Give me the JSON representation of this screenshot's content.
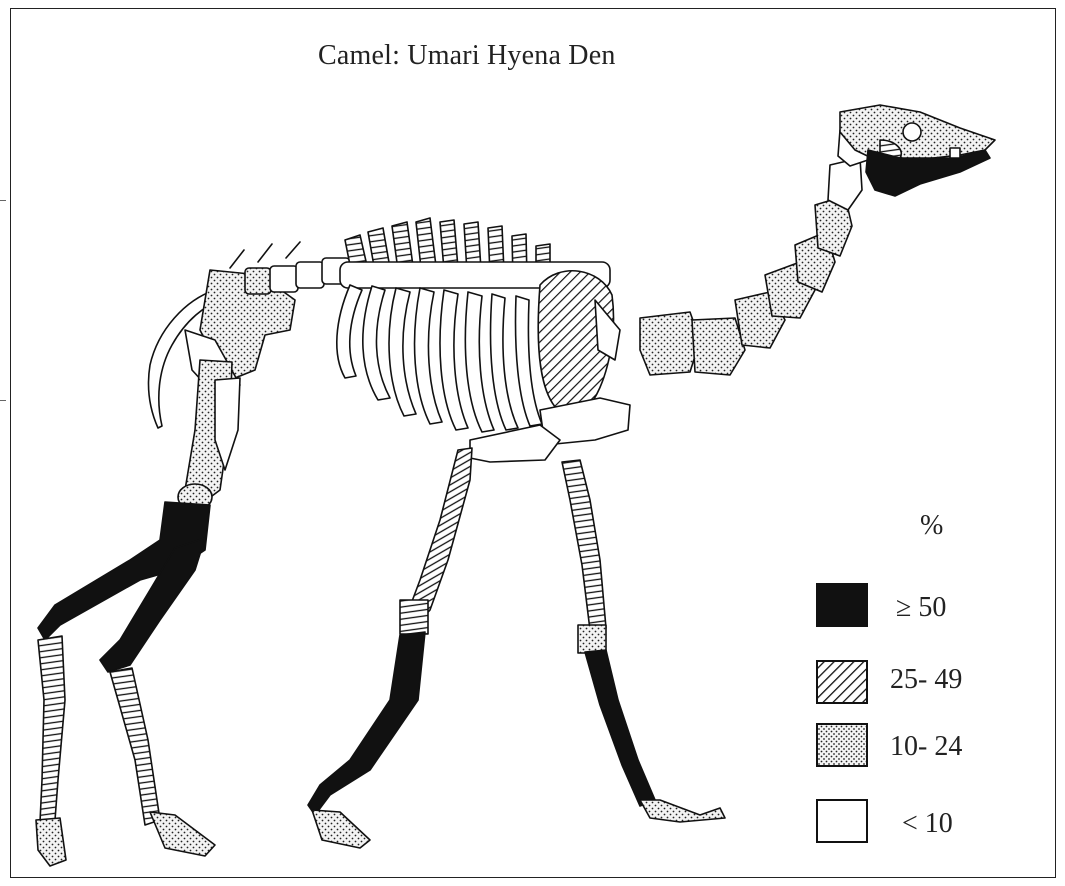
{
  "title": "Camel: Umari Hyena Den",
  "legend": {
    "heading": "%",
    "items": [
      {
        "label": "≥ 50",
        "fill": "solid",
        "color": "#111111"
      },
      {
        "label": "25- 49",
        "fill": "hatched",
        "color": "#111111"
      },
      {
        "label": "10- 24",
        "fill": "dotted",
        "color": "#111111"
      },
      {
        "label": "< 10",
        "fill": "empty",
        "color": "#ffffff"
      }
    ]
  }
}
